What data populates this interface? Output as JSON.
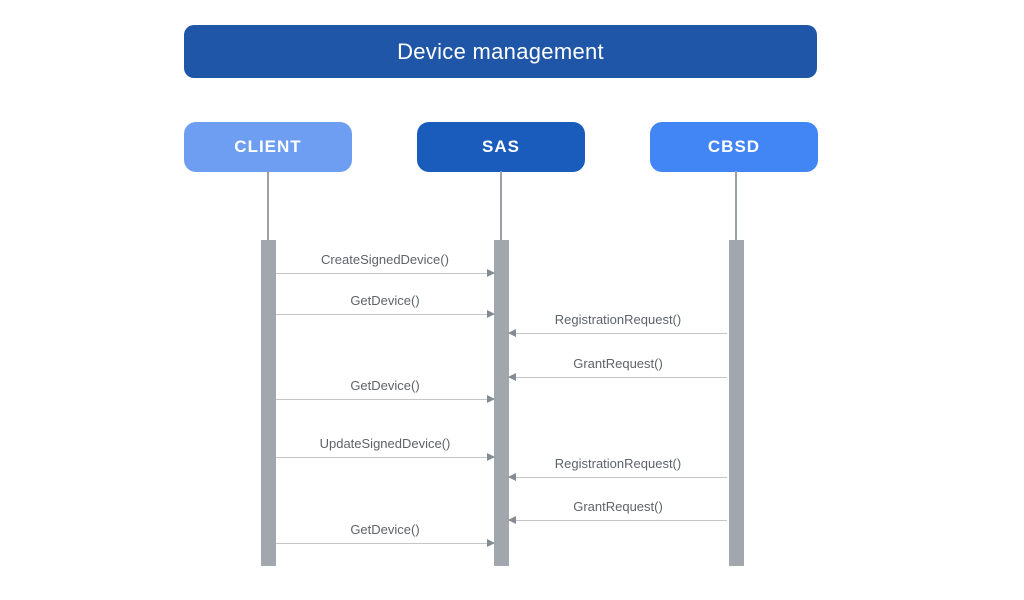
{
  "diagram": {
    "type": "sequence-diagram",
    "title": "Device management",
    "actors": [
      {
        "id": "client",
        "label": "CLIENT"
      },
      {
        "id": "sas",
        "label": "SAS"
      },
      {
        "id": "cbsd",
        "label": "CBSD"
      }
    ],
    "messages": [
      {
        "label": "CreateSignedDevice()",
        "from": "CLIENT",
        "to": "SAS",
        "direction": "right"
      },
      {
        "label": "GetDevice()",
        "from": "CLIENT",
        "to": "SAS",
        "direction": "right"
      },
      {
        "label": "RegistrationRequest()",
        "from": "CBSD",
        "to": "SAS",
        "direction": "left"
      },
      {
        "label": "GrantRequest()",
        "from": "CBSD",
        "to": "SAS",
        "direction": "left"
      },
      {
        "label": "GetDevice()",
        "from": "CLIENT",
        "to": "SAS",
        "direction": "right"
      },
      {
        "label": "UpdateSignedDevice()",
        "from": "CLIENT",
        "to": "SAS",
        "direction": "right"
      },
      {
        "label": "RegistrationRequest()",
        "from": "CBSD",
        "to": "SAS",
        "direction": "left"
      },
      {
        "label": "GrantRequest()",
        "from": "CBSD",
        "to": "SAS",
        "direction": "left"
      },
      {
        "label": "GetDevice()",
        "from": "CLIENT",
        "to": "SAS",
        "direction": "right"
      }
    ]
  },
  "colors": {
    "title_bg": "#1F56A7",
    "client_bg": "#6D9EF1",
    "sas_bg": "#1A5CBC",
    "cbsd_bg": "#4286F5",
    "activation_bar": "#A2A7AE",
    "lifeline": "#9AA0A6",
    "arrow_line": "#C3C6CA",
    "arrow_head": "#848B93",
    "message_text": "#5F6368"
  }
}
